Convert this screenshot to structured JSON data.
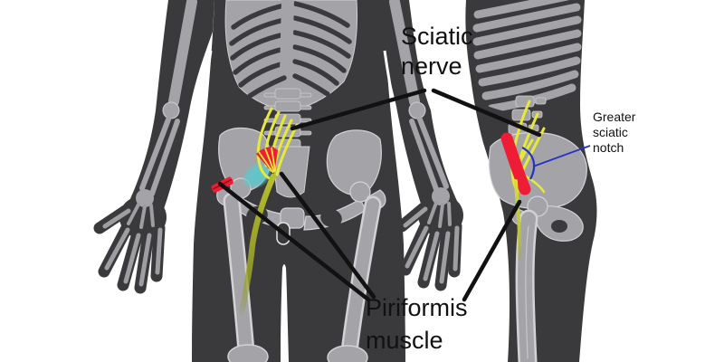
{
  "labels": {
    "sciatic_nerve": {
      "line1": "Sciatic",
      "line2": "nerve"
    },
    "greater_sciatic_notch": {
      "line1": "Greater",
      "line2": "sciatic",
      "line3": "notch"
    },
    "piriformis_muscle": {
      "line1": "Piriformis",
      "line2": "muscle"
    }
  },
  "colors": {
    "background": "#ffffff",
    "body_silhouette": "#3a3a3c",
    "bone": "#a4a4a8",
    "bone_outline": "#d6d6da",
    "nerve_yellow": "#e7e93a",
    "nerve_trunk_olive": "#b5be2c",
    "muscle_red": "#ee1c35",
    "teal_highlight": "#5cc8cb",
    "annotation_blue": "#2630c8",
    "leader_line_black": "#111111",
    "label_text": "#111111"
  }
}
